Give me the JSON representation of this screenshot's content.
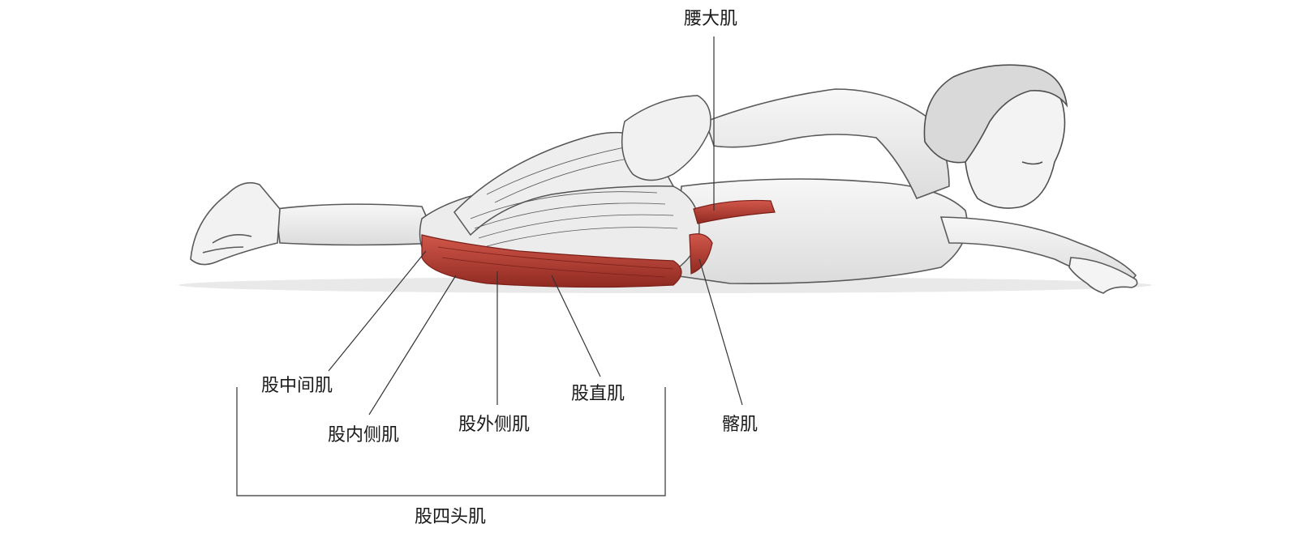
{
  "labels": {
    "psoas": "腰大肌",
    "vastus_intermedius": "股中间肌",
    "rectus_femoris": "股直肌",
    "vastus_medialis": "股内侧肌",
    "vastus_lateralis": "股外侧肌",
    "iliacus": "髂肌",
    "quadriceps": "股四头肌"
  },
  "colors": {
    "muscle_red": "#c5473c",
    "muscle_dark": "#8f2a22",
    "sketch_line": "#5a5a5a",
    "skin_fill": "#efefef",
    "leader_line": "#333333"
  }
}
